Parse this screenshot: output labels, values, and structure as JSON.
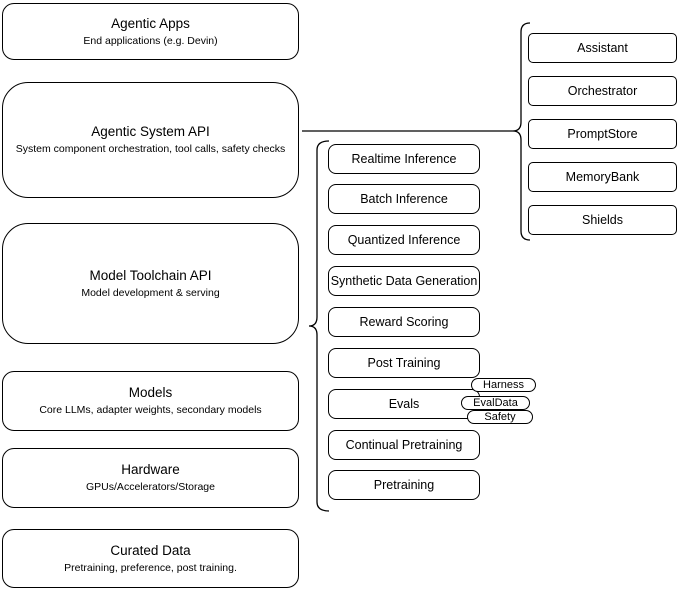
{
  "diagram": {
    "title": "Agentic stack architecture diagram",
    "colors": {
      "stroke": "#000000",
      "fill": "#ffffff",
      "background": "#ffffff"
    },
    "left_stack": [
      {
        "title": "Agentic Apps",
        "subtitle": "End applications (e.g. Devin)"
      },
      {
        "title": "Agentic System API",
        "subtitle": "System component orchestration, tool calls, safety checks"
      },
      {
        "title": "Model Toolchain API",
        "subtitle": "Model development & serving"
      },
      {
        "title": "Models",
        "subtitle": "Core LLMs, adapter weights, secondary models"
      },
      {
        "title": "Hardware",
        "subtitle": "GPUs/Accelerators/Storage"
      },
      {
        "title": "Curated Data",
        "subtitle": "Pretraining, preference, post training."
      }
    ],
    "toolchain_components": [
      {
        "label": "Realtime Inference"
      },
      {
        "label": "Batch Inference"
      },
      {
        "label": "Quantized Inference"
      },
      {
        "label": "Synthetic Data Generation"
      },
      {
        "label": "Reward Scoring"
      },
      {
        "label": "Post Training"
      },
      {
        "label": "Evals"
      },
      {
        "label": "Continual Pretraining"
      },
      {
        "label": "Pretraining"
      }
    ],
    "evals_tags": [
      {
        "label": "Harness"
      },
      {
        "label": "EvalData"
      },
      {
        "label": "Safety"
      }
    ],
    "system_components": [
      {
        "label": "Assistant"
      },
      {
        "label": "Orchestrator"
      },
      {
        "label": "PromptStore"
      },
      {
        "label": "MemoryBank"
      },
      {
        "label": "Shields"
      }
    ]
  }
}
